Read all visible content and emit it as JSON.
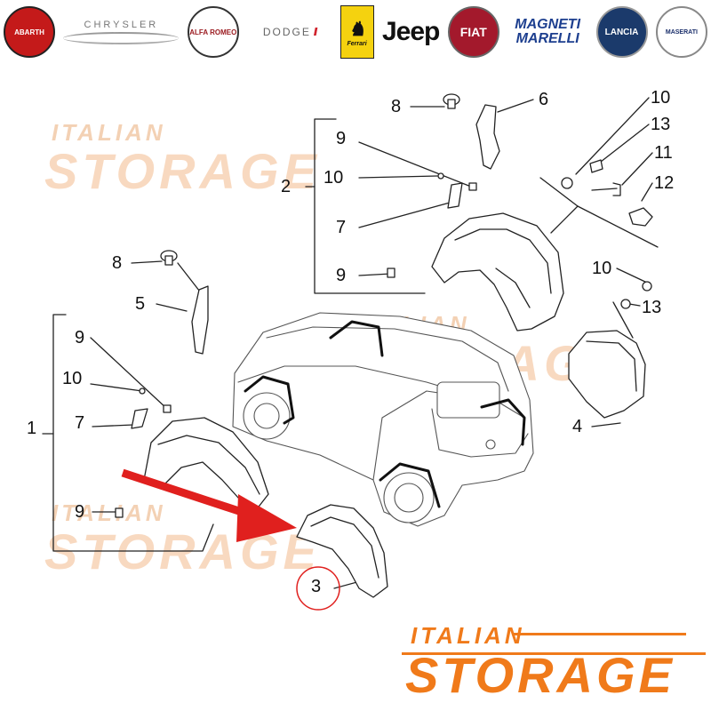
{
  "brands": [
    {
      "name": "abarth",
      "text": "ABARTH"
    },
    {
      "name": "chrysler",
      "text": "CHRYSLER"
    },
    {
      "name": "alfa-romeo",
      "text": "ALFA ROMEO"
    },
    {
      "name": "dodge",
      "text": "DODGE"
    },
    {
      "name": "ferrari",
      "text": "Ferrari"
    },
    {
      "name": "jeep",
      "text": "Jeep"
    },
    {
      "name": "fiat",
      "text": "FIAT"
    },
    {
      "name": "magneti-marelli",
      "text": "MAGNETI MARELLI"
    },
    {
      "name": "lancia",
      "text": "LANCIA"
    },
    {
      "name": "maserati",
      "text": "MASERATI"
    }
  ],
  "callouts": {
    "n8a": "8",
    "n6": "6",
    "n10a": "10",
    "n13a": "13",
    "n11": "11",
    "n12": "12",
    "n9a": "9",
    "n2": "2",
    "n10b": "10",
    "n7a": "7",
    "n9b": "9",
    "n8b": "8",
    "n5": "5",
    "n10c": "10",
    "n13b": "13",
    "n9c": "9",
    "n10d": "10",
    "n7b": "7",
    "n1": "1",
    "n4": "4",
    "n9d": "9",
    "n3": "3"
  },
  "watermark": {
    "italian": "ITALIAN",
    "storage": "STORAGE"
  },
  "logo": {
    "italian": "ITALIAN",
    "storage": "STORAGE"
  },
  "colors": {
    "accent": "#f07a1a",
    "highlight": "#e0201e",
    "line": "#222222"
  }
}
